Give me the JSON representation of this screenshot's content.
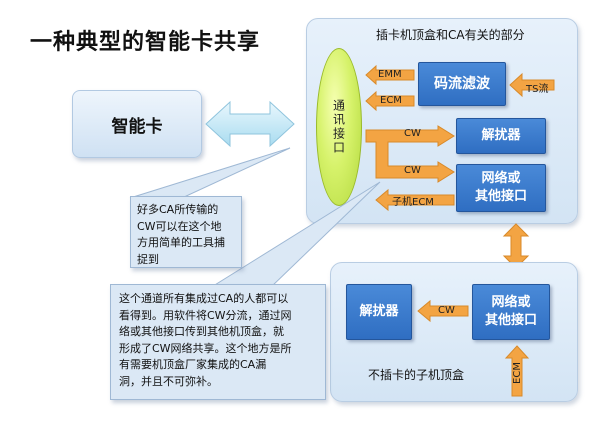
{
  "title": "一种典型的智能卡共享",
  "smartcard": {
    "label": "智能卡"
  },
  "top_panel": {
    "label": "插卡机顶盒和CA有关的部分",
    "interface_label": "通讯接口",
    "descrambler_label": "解扰器",
    "network_label_1": "网络或",
    "network_label_2": "其他接口",
    "filter_label": "码流滤波",
    "ts_label": "TS流",
    "emm_label": "EMM",
    "ecm_label": "ECM",
    "cw_label_1": "CW",
    "cw_label_2": "CW",
    "sub_ecm_label": "子机ECM"
  },
  "bottom_panel": {
    "label": "不插卡的子机顶盒",
    "descrambler_label": "解扰器",
    "network_label_1": "网络或",
    "network_label_2": "其他接口",
    "cw_label": "CW",
    "ecm_label": "ECM"
  },
  "callout_small": {
    "lines": [
      "好多CA所传输的",
      "CW可以在这个地",
      "方用简单的工具捕",
      "捉到"
    ]
  },
  "callout_large": {
    "lines": [
      "这个通道所有集成过CA的人都可以",
      "看得到。用软件将CW分流，通过网",
      "络或其他接口传到其他机顶盒，就",
      "形成了CW网络共享。这个地方是所",
      "有需要机顶盒厂家集成的CA漏",
      "洞，并且不可弥补。"
    ]
  },
  "colors": {
    "blue_box": "#3a7bcf",
    "orange_arrow": "#f3a443",
    "panel_bg": "#dce9f6",
    "ellipse": "#d4f06a"
  }
}
